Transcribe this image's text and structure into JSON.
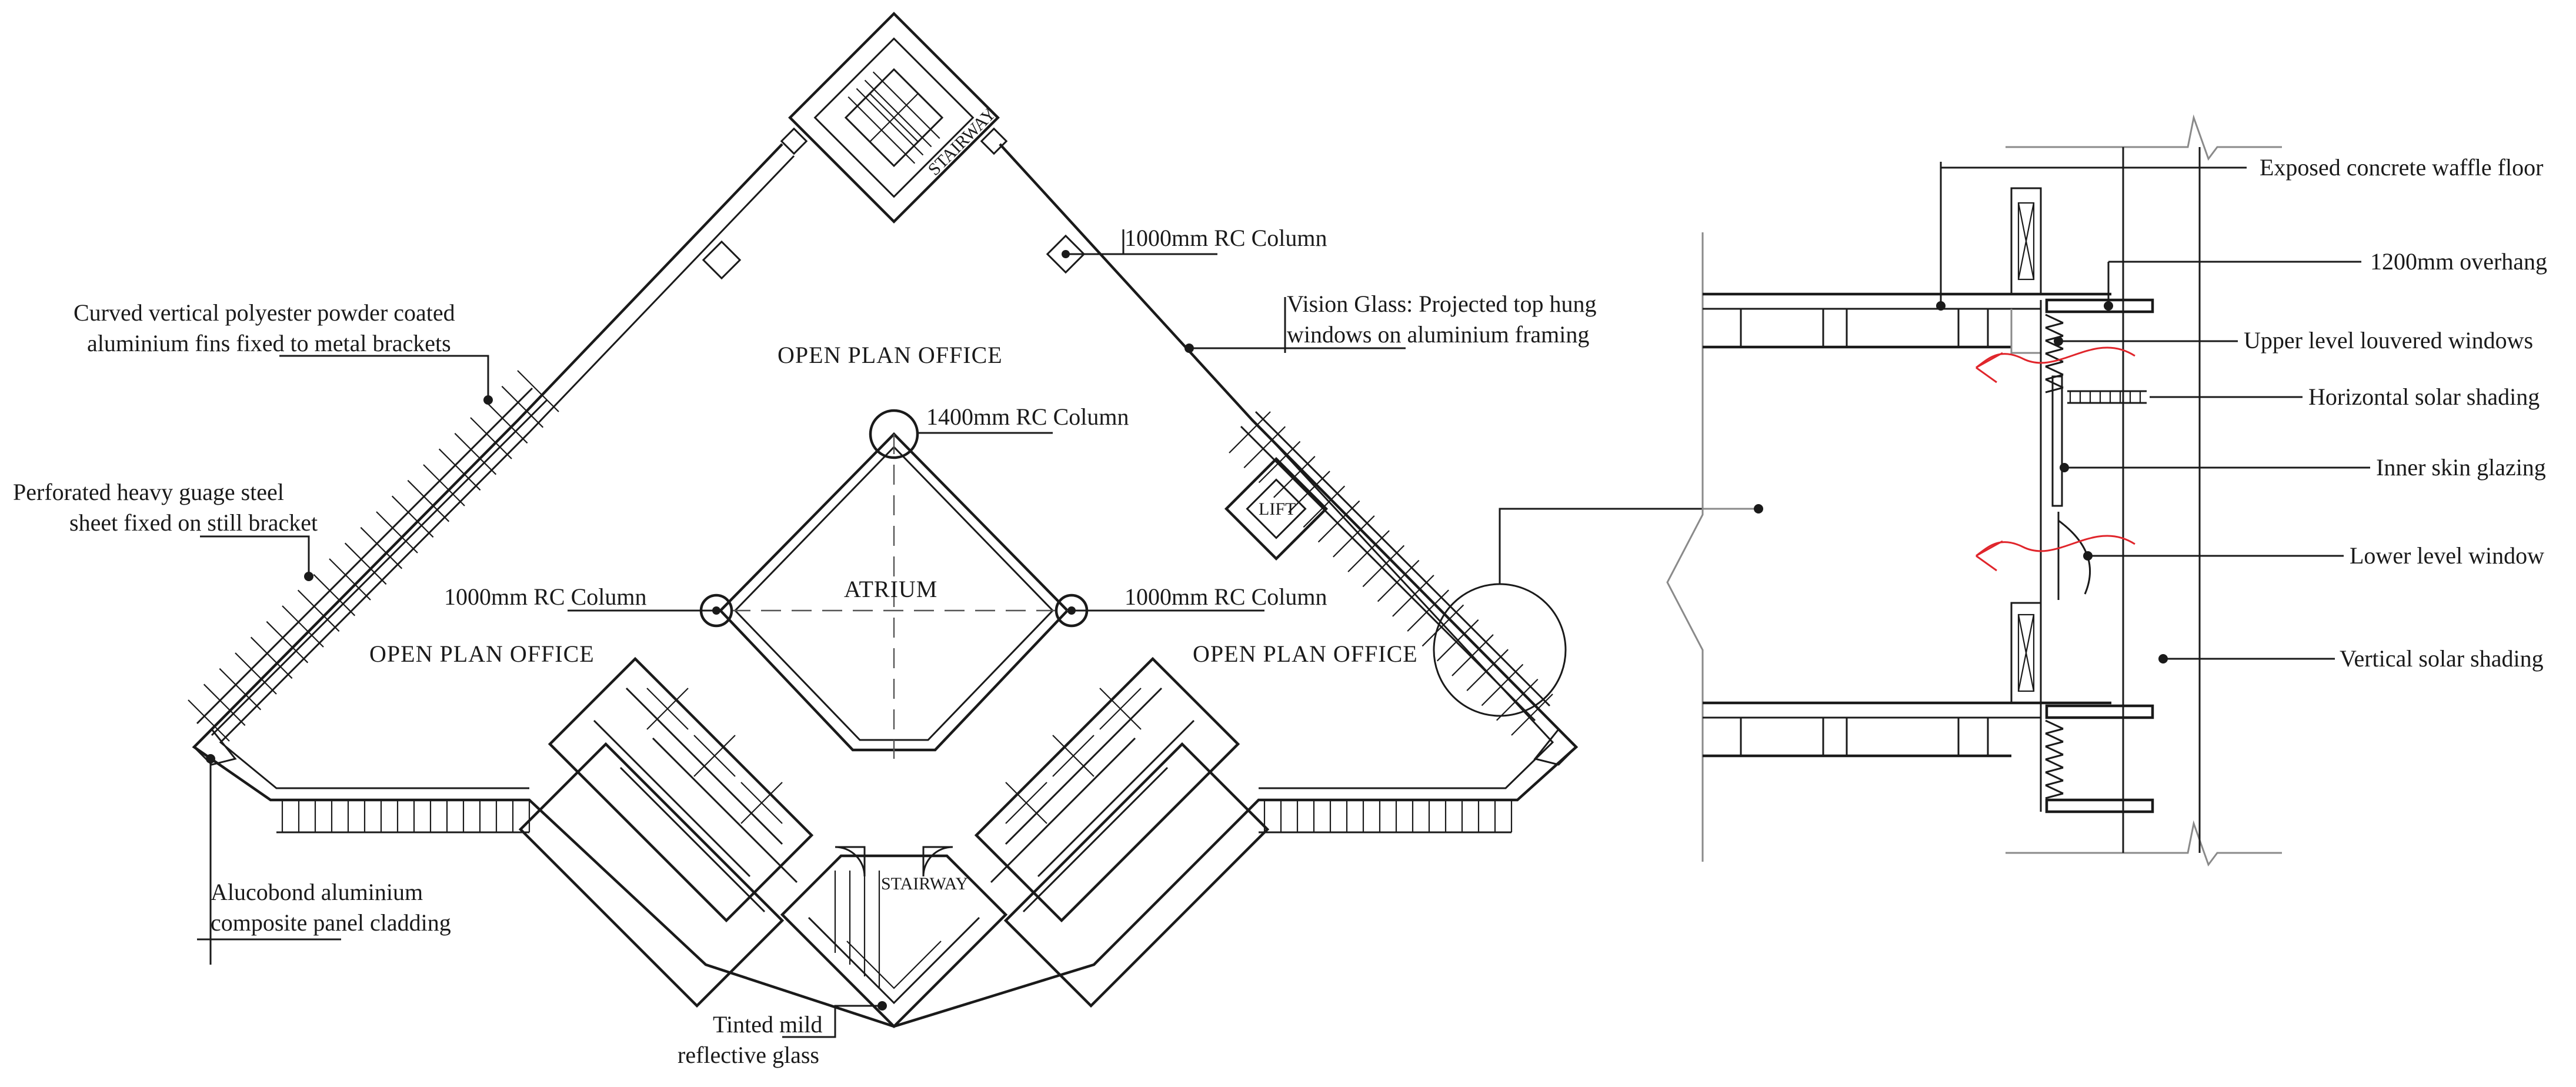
{
  "plan": {
    "rooms": {
      "stair_top": "STAIRWAY",
      "stair_bottom": "STAIRWAY",
      "lift": "LIFT",
      "office_top": "OPEN PLAN OFFICE",
      "office_left": "OPEN PLAN OFFICE",
      "office_right": "OPEN PLAN OFFICE",
      "atrium": "ATRIUM"
    },
    "labels": {
      "col_top_right": "1000mm RC Column",
      "vision_glass_1": "Vision Glass: Projected top hung",
      "vision_glass_2": "windows on aluminium framing",
      "col_atrium_top": "1400mm RC Column",
      "col_atrium_left": "1000mm RC Column",
      "col_atrium_right": "1000mm RC Column",
      "fins_1": "Curved vertical polyester powder coated",
      "fins_2": "aluminium fins fixed to metal brackets",
      "perforated_1": "Perforated heavy guage steel",
      "perforated_2": "sheet fixed on still bracket",
      "alucobond_1": "Alucobond aluminium",
      "alucobond_2": "composite panel cladding",
      "tinted_1": "Tinted mild",
      "tinted_2": "reflective glass"
    }
  },
  "section": {
    "labels": {
      "waffle": "Exposed concrete waffle floor",
      "overhang": "1200mm overhang",
      "louvered": "Upper level louvered windows",
      "horizontal_shading": "Horizontal solar shading",
      "inner_skin": "Inner skin glazing",
      "lower_window": "Lower level window",
      "vertical_shading": "Vertical solar shading"
    }
  },
  "colors": {
    "line": "#1a1a1a",
    "airflow": "#e0252b",
    "grey": "#8a8a8a"
  }
}
